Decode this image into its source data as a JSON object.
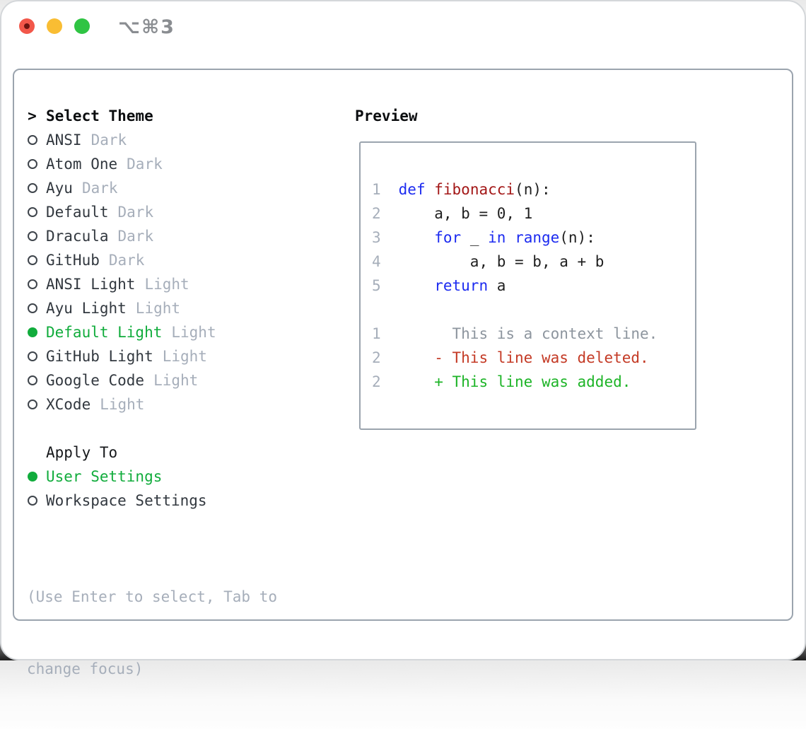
{
  "titlebar": {
    "shortcut": "⌥⌘3"
  },
  "traffic_lights": {
    "close": "#f2574a",
    "minimize": "#f9bd33",
    "zoom": "#2fc443"
  },
  "theme_menu": {
    "prompt": ">",
    "title": "Select Theme",
    "items": [
      {
        "name": "ANSI",
        "variant": "Dark",
        "selected": false
      },
      {
        "name": "Atom One",
        "variant": "Dark",
        "selected": false
      },
      {
        "name": "Ayu",
        "variant": "Dark",
        "selected": false
      },
      {
        "name": "Default",
        "variant": "Dark",
        "selected": false
      },
      {
        "name": "Dracula",
        "variant": "Dark",
        "selected": false
      },
      {
        "name": "GitHub",
        "variant": "Dark",
        "selected": false
      },
      {
        "name": "ANSI Light",
        "variant": "Light",
        "selected": false
      },
      {
        "name": "Ayu Light",
        "variant": "Light",
        "selected": false
      },
      {
        "name": "Default Light",
        "variant": "Light",
        "selected": true
      },
      {
        "name": "GitHub Light",
        "variant": "Light",
        "selected": false
      },
      {
        "name": "Google Code",
        "variant": "Light",
        "selected": false
      },
      {
        "name": "XCode",
        "variant": "Light",
        "selected": false
      }
    ],
    "apply_to": {
      "title": "Apply To",
      "options": [
        {
          "name": "User Settings",
          "selected": true
        },
        {
          "name": "Workspace Settings",
          "selected": false
        }
      ]
    },
    "help_lines": [
      "(Use Enter to select, Tab to",
      "change focus)"
    ]
  },
  "preview": {
    "title": "Preview",
    "code_lines": [
      {
        "num": "1",
        "segments": [
          {
            "text": "def",
            "type": "keyword"
          },
          {
            "text": " ",
            "type": "plain"
          },
          {
            "text": "fibonacci",
            "type": "function"
          },
          {
            "text": "(n):",
            "type": "plain"
          }
        ]
      },
      {
        "num": "2",
        "segments": [
          {
            "text": "    a, b = 0, 1",
            "type": "plain"
          }
        ]
      },
      {
        "num": "3",
        "segments": [
          {
            "text": "    ",
            "type": "plain"
          },
          {
            "text": "for",
            "type": "keyword"
          },
          {
            "text": " _ ",
            "type": "plain"
          },
          {
            "text": "in",
            "type": "keyword"
          },
          {
            "text": " ",
            "type": "plain"
          },
          {
            "text": "range",
            "type": "keyword"
          },
          {
            "text": "(n):",
            "type": "plain"
          }
        ]
      },
      {
        "num": "4",
        "segments": [
          {
            "text": "        a, b = b, a + b",
            "type": "plain"
          }
        ]
      },
      {
        "num": "5",
        "segments": [
          {
            "text": "    ",
            "type": "plain"
          },
          {
            "text": "return",
            "type": "keyword"
          },
          {
            "text": " a",
            "type": "plain"
          }
        ]
      }
    ],
    "diff_lines": [
      {
        "num": "1",
        "text": "      This is a context line.",
        "type": "context"
      },
      {
        "num": "2",
        "text": "    - This line was deleted.",
        "type": "deleted"
      },
      {
        "num": "2",
        "text": "    + This line was added.",
        "type": "added"
      }
    ]
  },
  "colors": {
    "selection_green": "#11ac3c",
    "keyword_blue": "#1c2bf0",
    "function_red": "#a31717",
    "diff_deleted_red": "#c43a25",
    "diff_added_green": "#1db427",
    "muted_gray": "#a6aeba",
    "context_gray": "#8d959e",
    "panel_border_gray": "#9ba4ae"
  }
}
